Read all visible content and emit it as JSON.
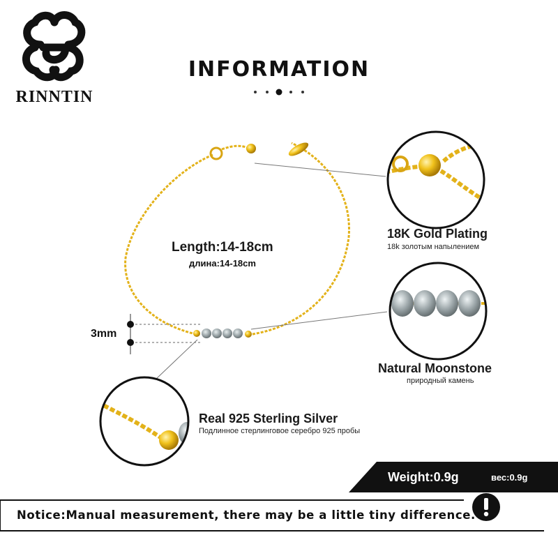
{
  "brand": {
    "name": "RINNTIN",
    "logo_icon": "quatrefoil-logo-icon"
  },
  "header": {
    "title": "INFORMATION"
  },
  "bracelet": {
    "length": "Length:14-18cm",
    "length_ru": "длина:14-18cm",
    "bead_size": "3mm"
  },
  "features": [
    {
      "title": "18K Gold Plating",
      "subtitle": "18k золотым напылением"
    },
    {
      "title": "Natural Moonstone",
      "subtitle": "природный камень"
    },
    {
      "title": "Real 925  Sterling  Silver",
      "subtitle": "Подлинное стерлинговое серебро 925 пробы"
    }
  ],
  "weight": {
    "label": "Weight:0.9g",
    "label_ru": "вес:0.9g"
  },
  "notice": {
    "text": "Notice:Manual measurement, there may be a little tiny difference.",
    "icon": "exclamation-icon"
  },
  "colors": {
    "gold": "#e9b81a",
    "moonstone": "#9aa3a6",
    "black": "#111111"
  }
}
